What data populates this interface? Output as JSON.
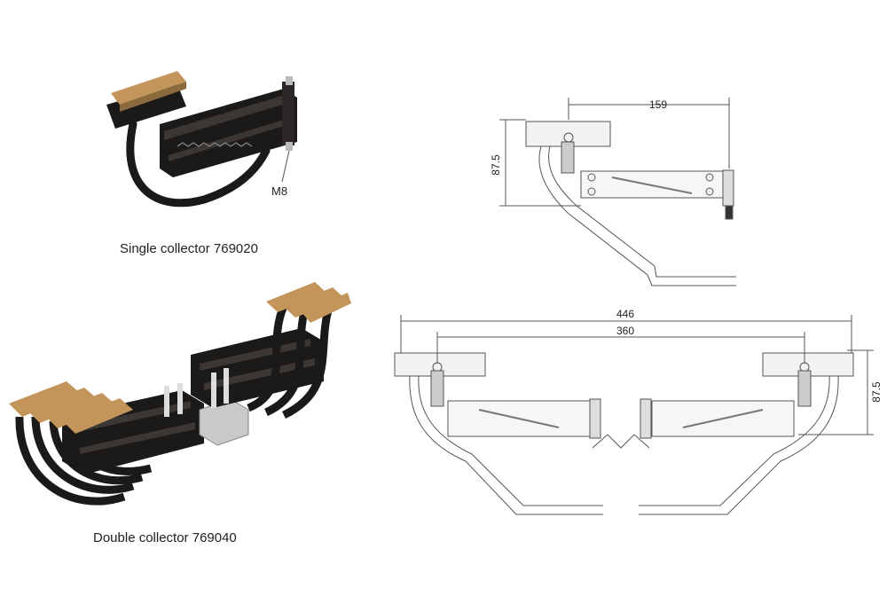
{
  "captions": {
    "single": "Single collector 769020",
    "double": "Double collector 769040"
  },
  "callouts": {
    "bolt": "M8"
  },
  "dimensions": {
    "single_width": "159",
    "single_height": "87.5",
    "double_outer": "446",
    "double_inner": "360",
    "double_height": "87.5"
  },
  "colors": {
    "shoe": "#c4955a",
    "body": "#1c1a19",
    "line": "#555555"
  }
}
